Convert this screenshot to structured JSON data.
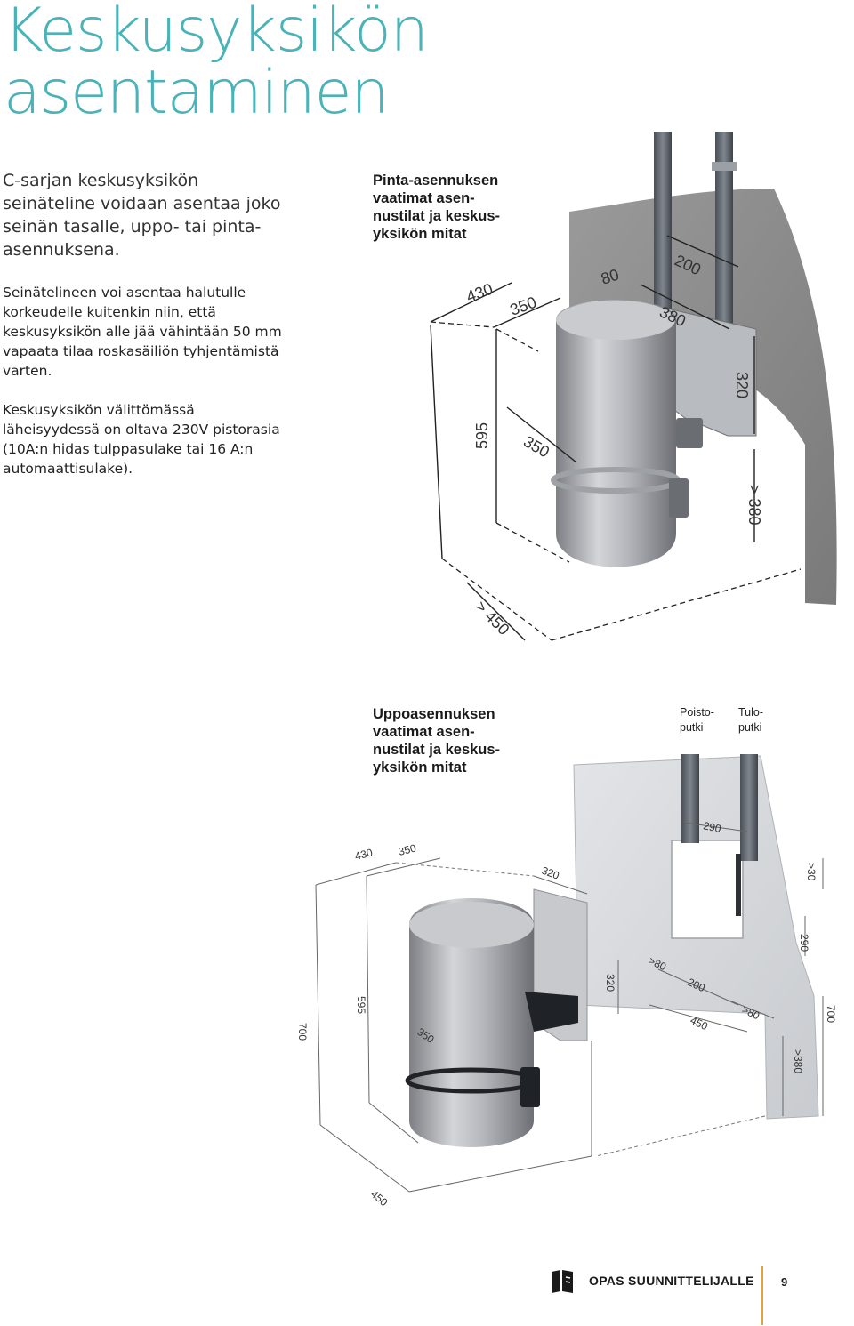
{
  "title": {
    "line1": "Keskusyksikön",
    "line2": "asentaminen"
  },
  "intro": "C-sarjan keskusyksikön seinäteline voidaan asentaa joko seinän tasalle, uppo- tai pinta-asennuksena.",
  "paragraphs": [
    "Seinätelineen voi asentaa halutulle korkeudelle kuitenkin niin, että keskusyksikön alle jää vähintään 50 mm vapaata tilaa roskasäiliön tyhjentämistä varten.",
    "Keskusyksikön välittömässä läheisyydessä on oltava 230V pistorasia (10A:n hidas tulppasulake tai 16 A:n automaattisulake)."
  ],
  "figure_surface": {
    "caption_lines": [
      "Pinta-asennuksen",
      "vaatimat asen-",
      "nustilat ja keskus-",
      "yksikön mitat"
    ],
    "dims": {
      "d430": "430",
      "d350_top": "350",
      "d80": "80",
      "d200": "200",
      "d380": "380",
      "d320": "320",
      "d595": "595",
      "d350_side": "350",
      "d_gt380": "> 380",
      "d_gt450": "> 450"
    }
  },
  "figure_recessed": {
    "caption_lines": [
      "Uppoasennuksen",
      "vaatimat asen-",
      "nustilat ja keskus-",
      "yksikön mitat"
    ],
    "pipe_labels": {
      "exhaust": [
        "Poisto-",
        "putki"
      ],
      "intake": [
        "Tulo-",
        "putki"
      ]
    },
    "dims": {
      "d430": "430",
      "d350_top": "350",
      "d320_top": "320",
      "d290_top": "290",
      "d_gt30": ">30",
      "d290_side": "290",
      "d_gt80_a": ">80",
      "d320_mid": "320",
      "d200": "200",
      "d_gt80_b": ">80",
      "d700_right": "700",
      "d450_mid": "450",
      "d595": "595",
      "d700_left": "700",
      "d350_side": "350",
      "d_gt380": ">380",
      "d450_bottom": "450"
    }
  },
  "footer": {
    "label": "OPAS SUUNNITTELIJALLE",
    "page": "9"
  },
  "colors": {
    "title": "#4ab3b8",
    "accent_rule": "#e8a23a",
    "wall": "#8c8c8c"
  }
}
